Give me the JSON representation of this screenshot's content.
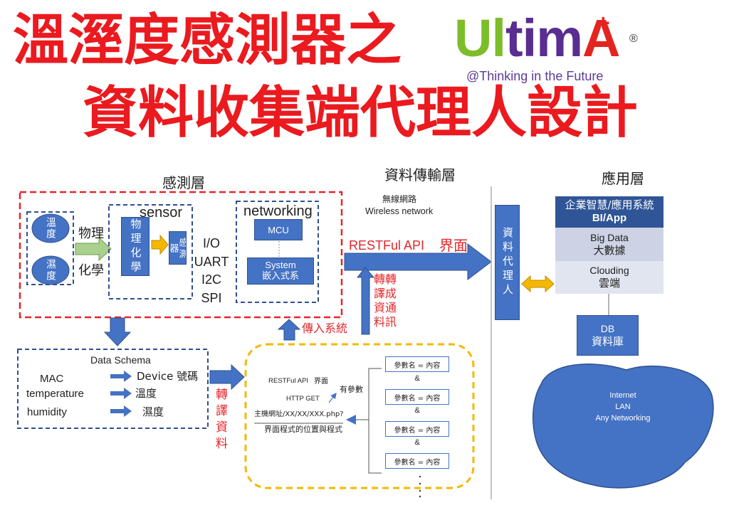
{
  "title": {
    "line1": "溫溼度感測器之",
    "line2": "資料收集端代理人設計"
  },
  "logo": {
    "green": "Ul",
    "purple": "tim",
    "red": "A",
    "plus": "+",
    "registered": "®",
    "tagline": "@Thinking in the Future"
  },
  "layers": {
    "sensing": "感測層",
    "transport": "資料傳輸層",
    "application": "應用層"
  },
  "sensing": {
    "temperature": "溫度",
    "humidity": "濕度",
    "physics": "物理",
    "chemistry": "化學",
    "sensor_label": "sensor",
    "phys_chem": "物理化學",
    "sensor_device": "感測器",
    "interfaces": [
      "I/O",
      "UART",
      "I2C",
      "SPI"
    ],
    "networking_label": "networking",
    "mcu": "MCU",
    "system_en": "System",
    "system_zh": "嵌入式系"
  },
  "transport": {
    "wireless_zh": "無線網路",
    "wireless_en": "Wireless network",
    "restful_api": "RESTFul API",
    "interface": "界面",
    "convert_lines": [
      "轉轉",
      "譯成",
      "資通",
      "料訊"
    ],
    "input_system": "傳入系統"
  },
  "agent": {
    "label": "資料代理人"
  },
  "application": {
    "bi_line1": "企業智慧/應用系統",
    "bi_line2": "BI/App",
    "bigdata_en": "Big Data",
    "bigdata_zh": "大數據",
    "cloud_en": "Clouding",
    "cloud_zh": "雲端",
    "db_en": "DB",
    "db_zh": "資料庫",
    "network_lines": [
      "Internet",
      "LAN",
      "Any Networking"
    ]
  },
  "schema": {
    "title": "Data Schema",
    "fields": [
      {
        "source": "MAC",
        "target": "Device 號碼"
      },
      {
        "source": "temperature",
        "target": "溫度"
      },
      {
        "source": "humidity",
        "target": "濕度"
      }
    ],
    "translate": "轉譯資料"
  },
  "request": {
    "restful_api": "RESTFul API",
    "interface": "界面",
    "http_get": "HTTP GET",
    "has_params": "有參數",
    "url": "主機網址/XX/XX/XXX.php?",
    "url_desc": "界面程式的位置與程式",
    "params": [
      "參數名 = 內容",
      "參數名 = 內容",
      "參數名 = 內容",
      "參數名 = 內容"
    ],
    "separator": "&"
  },
  "colors": {
    "title_red": "#ea1a1f",
    "annotation_red": "#e4262a",
    "node_blue": "#4472c4",
    "dark_blue": "#2f5597",
    "accent_orange": "#f5b800",
    "boundary_blue": "#2f4f8f",
    "logo_green": "#7cbd2a",
    "logo_purple": "#5a2d91"
  }
}
